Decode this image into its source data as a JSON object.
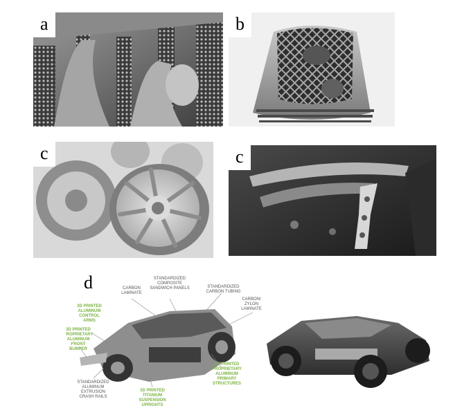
{
  "panels": {
    "a": {
      "label": "a"
    },
    "b": {
      "label": "b"
    },
    "c1": {
      "label": "c"
    },
    "c2": {
      "label": "c"
    },
    "d": {
      "label": "d"
    }
  },
  "callouts": {
    "carbon_laminate": "CARBON\nLAMINATE",
    "composite_panels": "STANDARDIZED\nCOMPOSITE\nSANDWICH PANELS",
    "carbon_tubing": "STANDARDIZED\nCARBON TUBING",
    "carbon_zylon": "CARBON/\nZYLON\nLAMINATE",
    "control_arms": "3D PRINTED\nALUMINUM\nCONTROL ARMS",
    "front_bumper": "3D PRINTED\nPROPRIETARY\nALUMINUM\nFRONT BUMPER",
    "primary_structures": "3D PRINTED\nPROPRIETARY\nALUMINUM\nPRIMARY\nSTRUCTURES",
    "crash_rails": "STANDARDIZED\nALUMINUM\nEXTRUSION\nCRASH RAILS",
    "suspension_uprights": "3D PRINTED\nTITANIUM\nSUSPENSION\nUPRIGHTS"
  },
  "colors": {
    "label_background": "#ffffff",
    "callout_gray": "#555555",
    "callout_green": "#7cb342"
  }
}
